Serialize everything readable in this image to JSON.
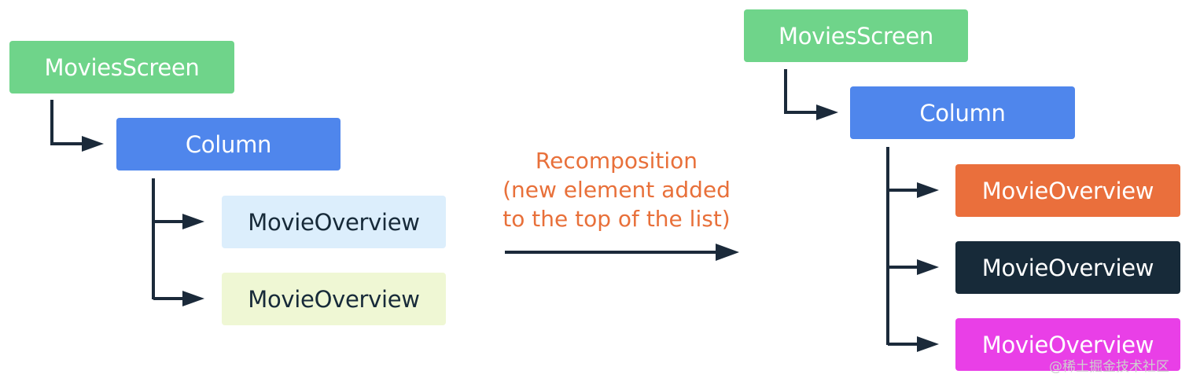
{
  "colors": {
    "line": "#1b2a3a",
    "screen_green": "#6fd48a",
    "column_blue": "#4f86ec",
    "light_blue": "#dceefc",
    "light_yellow": "#eff7d4",
    "orange": "#ea6f3c",
    "dark_navy": "#172a39",
    "magenta": "#e93fe7",
    "caption": "#e8703a",
    "dark_text": "#172a39",
    "light_text": "#ffffff"
  },
  "before": {
    "screen": "MoviesScreen",
    "column": "Column",
    "items": [
      "MovieOverview",
      "MovieOverview"
    ]
  },
  "transition": {
    "lines": [
      "Recomposition",
      "(new element added",
      "to the top of the list)"
    ]
  },
  "after": {
    "screen": "MoviesScreen",
    "column": "Column",
    "items": [
      "MovieOverview",
      "MovieOverview",
      "MovieOverview"
    ]
  },
  "watermark": "@稀土掘金技术社区"
}
